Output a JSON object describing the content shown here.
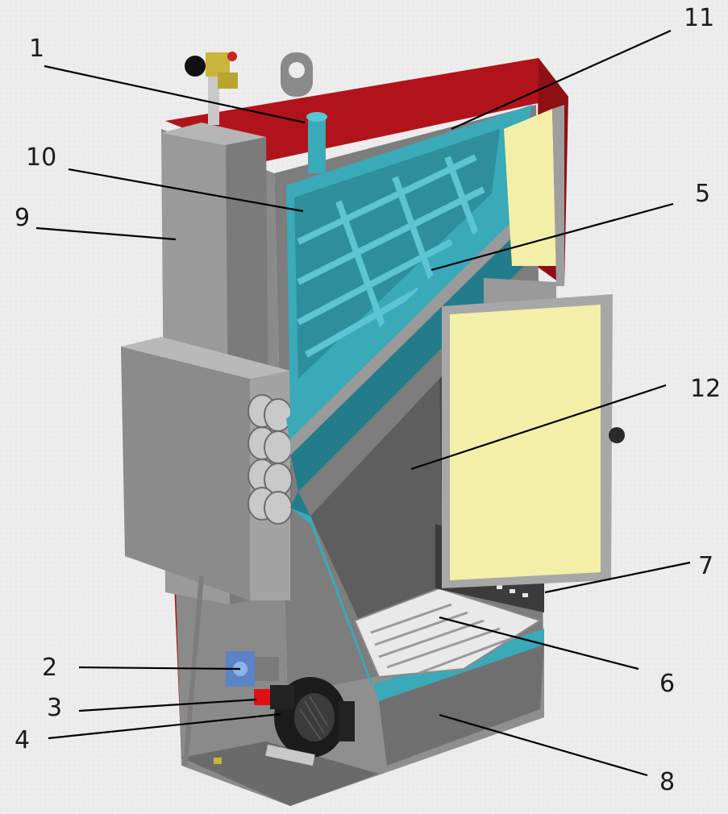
{
  "colors": {
    "background": "#ececec",
    "casing_red": "#b0141a",
    "casing_red_dark": "#7a0c10",
    "steel_grey": "#8c8c8c",
    "steel_grey_light": "#a9a9a9",
    "steel_grey_dark": "#5e5e5e",
    "water_jacket_teal": "#3aa9b8",
    "water_jacket_teal_dark": "#237c8a",
    "insulation_yellow": "#f2f0a8",
    "grate_white": "#e9e9e9",
    "black": "#111111"
  },
  "callouts": [
    {
      "id": "c1",
      "label": "1"
    },
    {
      "id": "c2",
      "label": "2"
    },
    {
      "id": "c3",
      "label": "3"
    },
    {
      "id": "c4",
      "label": "4"
    },
    {
      "id": "c5",
      "label": "5"
    },
    {
      "id": "c6",
      "label": "6"
    },
    {
      "id": "c7",
      "label": "7"
    },
    {
      "id": "c8",
      "label": "8"
    },
    {
      "id": "c9",
      "label": "9"
    },
    {
      "id": "c10",
      "label": "10"
    },
    {
      "id": "c11",
      "label": "11"
    },
    {
      "id": "c12",
      "label": "12"
    }
  ]
}
